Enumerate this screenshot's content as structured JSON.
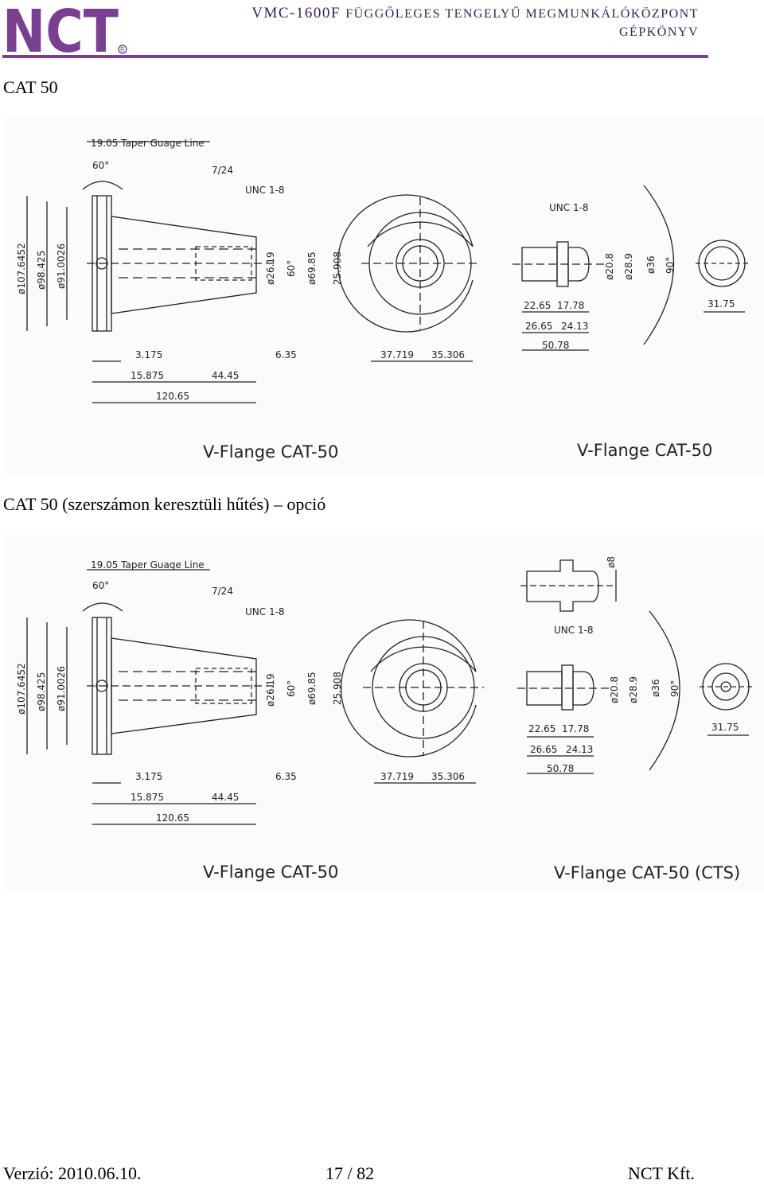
{
  "header": {
    "logo_text": "NCT",
    "title_line1_prefix": "VMC-1600F",
    "title_line1_rest": "FÜGGŐLEGES TENGELYŰ MEGMUNKÁLÓKÖZPONT",
    "title_line2": "GÉPKÖNYV",
    "accent_color": "#7a3f92"
  },
  "sections": [
    {
      "title": "CAT 50",
      "figure": {
        "labels": {
          "gauge_line": "19.05 Taper Guage Line",
          "angle60": "60°",
          "taper": "7/24",
          "unc_main": "UNC 1-8",
          "unc_stud": "UNC 1-8",
          "d1": "ø107.6452",
          "d2": "ø98.425",
          "d3": "ø91.0026",
          "d4": "ø26.19",
          "d5": "60°",
          "d6": "ø69.85",
          "d7": "25.908",
          "l1": "3.175",
          "l2": "6.35",
          "l3": "15.875",
          "l4": "44.45",
          "l5": "120.65",
          "l6": "37.719",
          "l7": "35.306",
          "s1": "22.65",
          "s2": "17.78",
          "s3": "26.65",
          "s4": "24.13",
          "s5": "50.78",
          "s6": "ø20.8",
          "s7": "ø28.9",
          "s8": "ø36",
          "s9": "90°",
          "s10": "31.75"
        },
        "caption_left": "V-Flange CAT-50",
        "caption_right": "V-Flange CAT-50"
      }
    },
    {
      "title": "CAT 50 (szerszámon keresztüli hűtés) – opció",
      "figure": {
        "labels": {
          "gauge_line": "19.05 Taper Guage Line",
          "angle60": "60°",
          "taper": "7/24",
          "unc_main": "UNC 1-8",
          "unc_stud": "UNC 1-8",
          "d1": "ø107.6452",
          "d2": "ø98.425",
          "d3": "ø91.0026",
          "d4": "ø26.19",
          "d5": "60°",
          "d6": "ø69.85",
          "d7": "25.908",
          "l1": "3.175",
          "l2": "6.35",
          "l3": "15.875",
          "l4": "44.45",
          "l5": "120.65",
          "l6": "37.719",
          "l7": "35.306",
          "s1": "22.65",
          "s2": "17.78",
          "s3": "26.65",
          "s4": "24.13",
          "s5": "50.78",
          "s6": "ø20.8",
          "s7": "ø28.9",
          "s8": "ø36",
          "s9": "90°",
          "s10": "31.75",
          "s11": "ø8"
        },
        "caption_left": "V-Flange CAT-50",
        "caption_right": "V-Flange CAT-50 (CTS)"
      }
    }
  ],
  "footer": {
    "version": "Verzió: 2010.06.10.",
    "page": "17 / 82",
    "company": "NCT Kft."
  }
}
